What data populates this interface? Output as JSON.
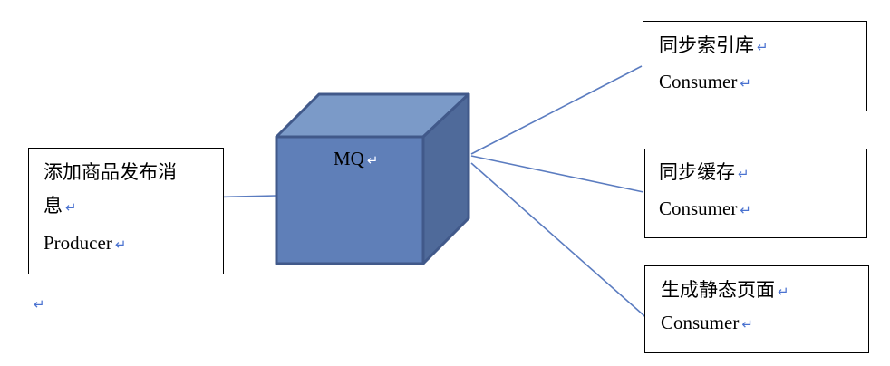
{
  "producer": {
    "title_line1": "添加商品发布消",
    "title_line2": "息",
    "role": "Producer"
  },
  "queue": {
    "label": "MQ"
  },
  "consumers": [
    {
      "title": "同步索引库",
      "role": "Consumer"
    },
    {
      "title": "同步缓存",
      "role": "Consumer"
    },
    {
      "title": "生成静态页面",
      "role": "Consumer"
    }
  ],
  "paragraph_mark": "↵",
  "colors": {
    "cube_front": "#5f7fb8",
    "cube_top": "#7b9ac8",
    "cube_side": "#4f6a9a",
    "cube_edge": "#41598a",
    "connector": "#5b7cc0"
  }
}
